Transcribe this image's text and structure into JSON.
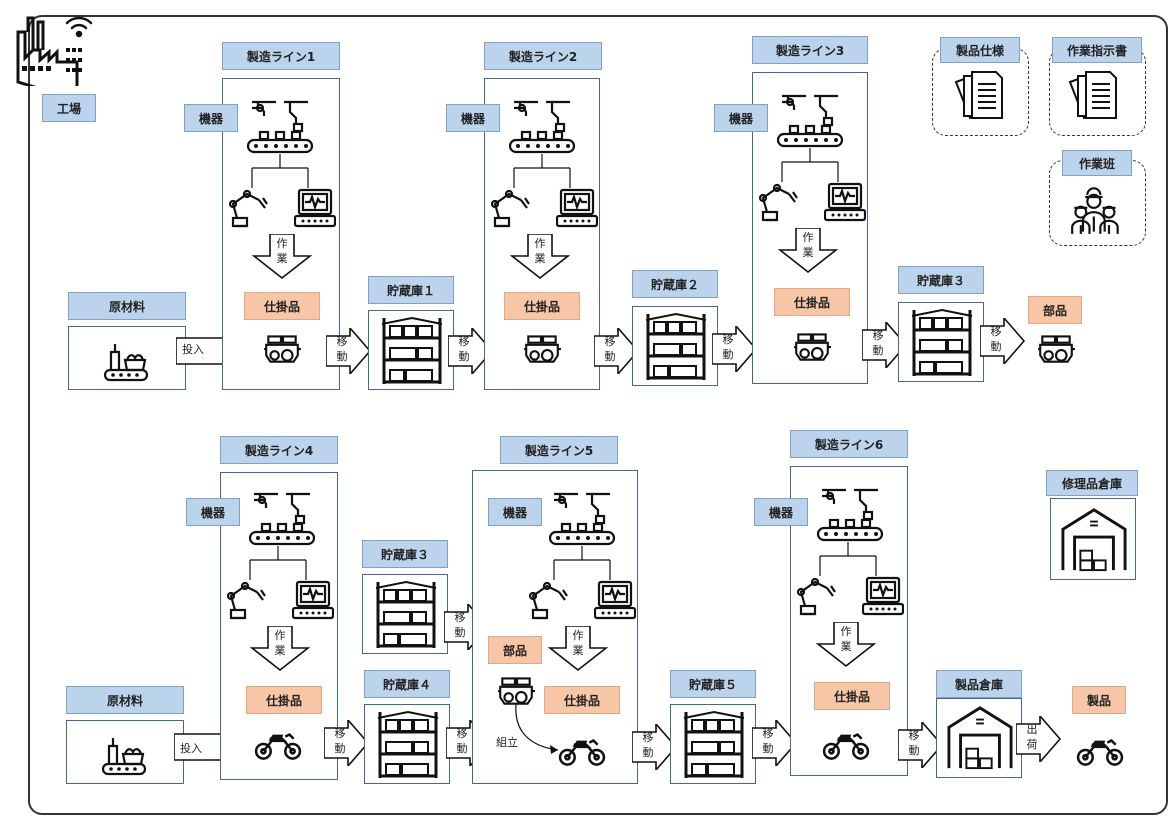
{
  "factory": {
    "label": "工場"
  },
  "top_right": {
    "spec": "製品仕様",
    "instructions": "作業指示書",
    "team": "作業班",
    "repair": "修理品倉庫"
  },
  "common": {
    "machine": "機器",
    "work": "作業",
    "wip": "仕掛品",
    "input": "投入",
    "move": "移動",
    "assemble": "組立",
    "ship": "出荷"
  },
  "raw_material": "原材料",
  "lines": [
    "製造ライン1",
    "製造ライン2",
    "製造ライン3",
    "製造ライン4",
    "製造ライン5",
    "製造ライン6"
  ],
  "storages": [
    "貯蔵庫１",
    "貯蔵庫２",
    "貯蔵庫３",
    "貯蔵庫３",
    "貯蔵庫４",
    "貯蔵庫５"
  ],
  "parts": "部品",
  "product_warehouse": "製品倉庫",
  "product": "製品"
}
